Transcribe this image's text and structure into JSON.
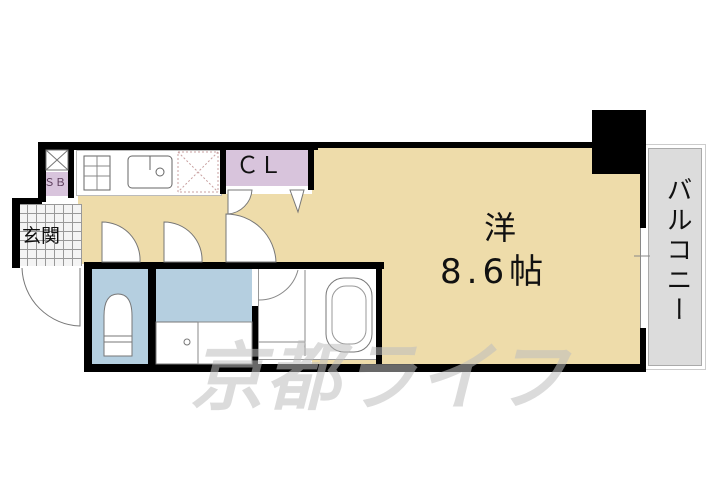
{
  "floorplan": {
    "rooms": {
      "western_room": {
        "type": "洋",
        "size": "8.6帖"
      },
      "closet": {
        "label": "ＣＬ"
      },
      "shoe_box": {
        "label": "ＳＢ"
      },
      "entrance": {
        "label": "玄関"
      },
      "balcony": {
        "label": "バルコニー"
      }
    },
    "watermark": "京都ライフ",
    "colors": {
      "living": "#eedcaa",
      "closet": "#d8c4dc",
      "wet": "#b5cfe0",
      "balcony": "#dcdcdc",
      "wall": "#000000"
    }
  }
}
